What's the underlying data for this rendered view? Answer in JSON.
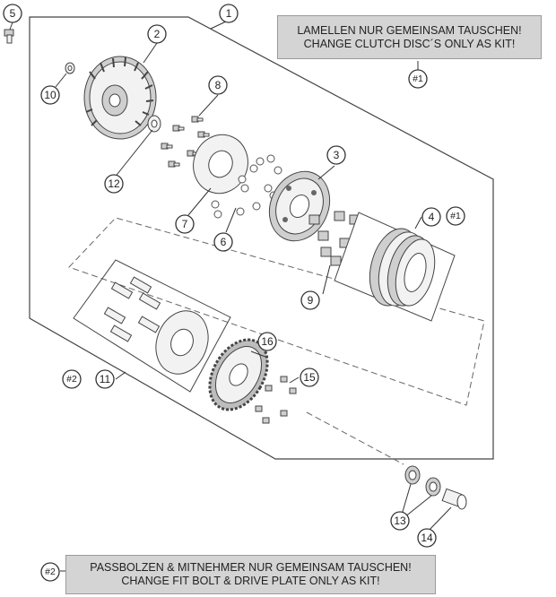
{
  "notes": {
    "top": {
      "line1": "LAMELLEN NUR GEMEINSAM TAUSCHEN!",
      "line2": "CHANGE CLUTCH DISC´S ONLY AS KIT!"
    },
    "bottom": {
      "line1": "PASSBOLZEN & MITNEHMER NUR GEMEINSAM TAUSCHEN!",
      "line2": "CHANGE FIT BOLT & DRIVE PLATE ONLY AS KIT!"
    }
  },
  "callouts": {
    "c1": "1",
    "c2": "2",
    "c3": "3",
    "c4": "4",
    "c5": "5",
    "c6": "6",
    "c7": "7",
    "c8": "8",
    "c9": "9",
    "c10": "10",
    "c11": "11",
    "c12": "12",
    "c13": "13",
    "c14": "14",
    "c15": "15",
    "c16": "16"
  },
  "refs": {
    "kit1_top": "#1",
    "kit1_part4": "#1",
    "kit2_part11": "#2",
    "kit2_bottom": "#2"
  }
}
